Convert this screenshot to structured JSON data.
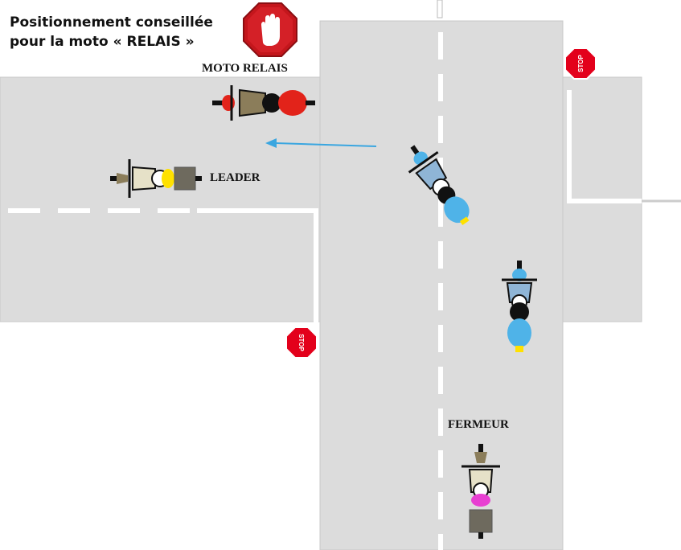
{
  "title": {
    "line1": "Positionnement conseillée",
    "line2": "pour la moto « RELAIS »"
  },
  "labels": {
    "moto_relais": "MOTO RELAIS",
    "leader": "LEADER",
    "fermeur": "FERMEUR"
  },
  "stop_signs": {
    "text": "STOP"
  },
  "colors": {
    "road": "#dcdcdc",
    "lane_marking": "#ffffff",
    "arrow": "#3aa6e0",
    "stop_red": "#e3001b",
    "hand_sign_red": "#c4161c",
    "relais_moto": "#e2231a",
    "middle_moto": "#4fb3e8",
    "leader_moto": "#ffe100",
    "fermeur_moto": "#e83fd2"
  },
  "icons": [
    "stop-hand-icon",
    "stop-sign-icon",
    "motorcycle-icon",
    "direction-arrow-icon"
  ]
}
